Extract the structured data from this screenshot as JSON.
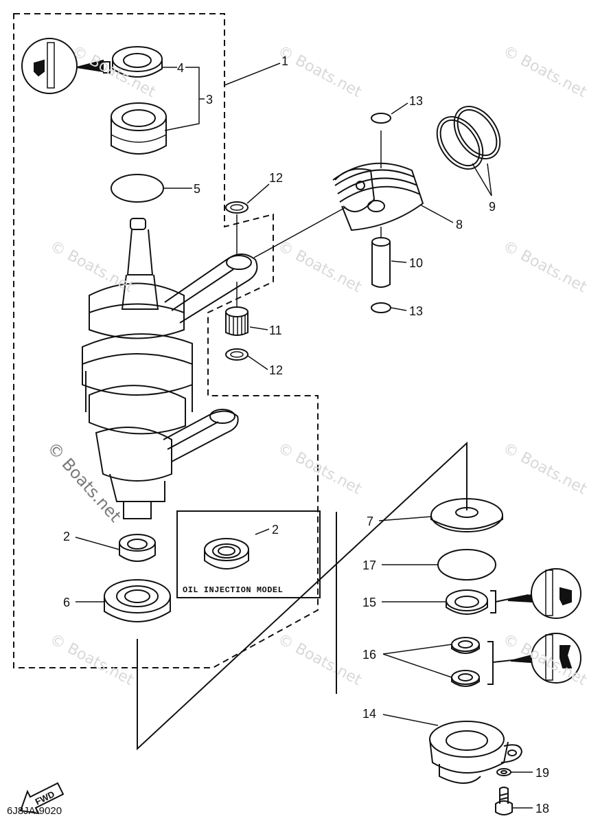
{
  "watermark": "© Boats.net",
  "diagram_code": "6J8JA-9020",
  "oil_injection_label": "OIL INJECTION MODEL",
  "fwd_label": "FWD",
  "callouts": {
    "c1": "1",
    "c2a": "2",
    "c2b": "2",
    "c3": "3",
    "c4": "4",
    "c5": "5",
    "c6": "6",
    "c7": "7",
    "c8": "8",
    "c9": "9",
    "c10": "10",
    "c11": "11",
    "c12a": "12",
    "c12b": "12",
    "c13a": "13",
    "c13b": "13",
    "c14": "14",
    "c15": "15",
    "c16": "16",
    "c17": "17",
    "c18": "18",
    "c19": "19"
  }
}
